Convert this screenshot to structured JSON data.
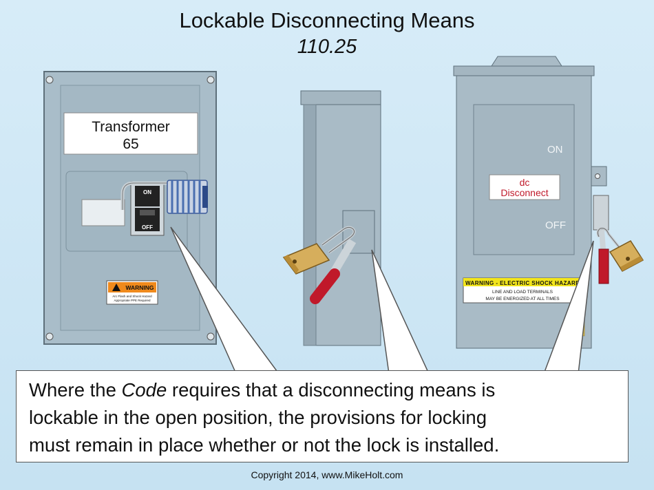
{
  "title": "Lockable Disconnecting Means",
  "subtitle": "110.25",
  "transformer_label": {
    "line1": "Transformer",
    "line2": "65"
  },
  "breaker_labels": {
    "on": "ON",
    "off": "OFF"
  },
  "warning_label": {
    "heading": "WARNING",
    "line1": "Arc Flash and Shock Hazard",
    "line2": "Appropriate PPE Required"
  },
  "dc_switch": {
    "label_line1": "dc",
    "label_line2": "Disconnect",
    "on": "ON",
    "off": "OFF",
    "warning_heading": "WARNING - ELECTRIC SHOCK HAZARD",
    "warning_line1": "LINE AND LOAD TERMINALS",
    "warning_line2": "MAY BE ENERGIZED AT ALL TIMES"
  },
  "caption": {
    "l1_pre": "Where the ",
    "l1_em": "Code",
    "l1_post": " requires that a disconnecting means is",
    "l2": "lockable in the open position, the provisions for locking",
    "l3": "must remain in place whether or not the lock is installed."
  },
  "copyright": "Copyright 2014, www.MikeHolt.com"
}
